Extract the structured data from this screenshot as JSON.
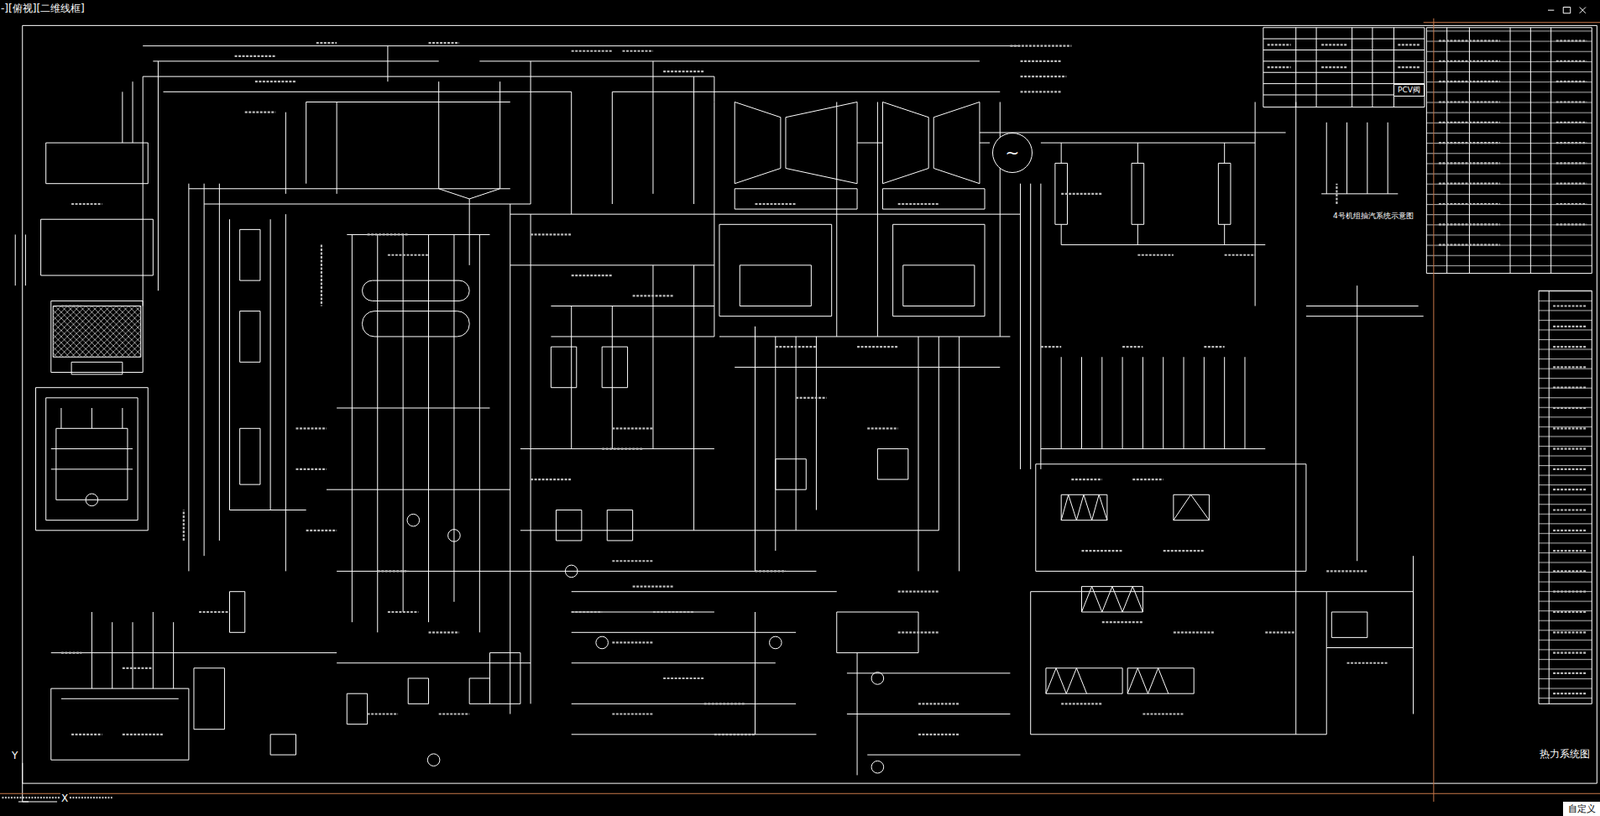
{
  "diagram": {
    "title": "热力系统图",
    "nodes": [
      {
        "text": [
          "PCV阀"
        ]
      },
      {
        "text": [
          "~"
        ]
      },
      {
        "text": [
          "自定义"
        ]
      }
    ],
    "labels": [
      "-][俯视][二维线框]",
      "4号机组抽汽系统示意图",
      "Y",
      "X"
    ]
  }
}
